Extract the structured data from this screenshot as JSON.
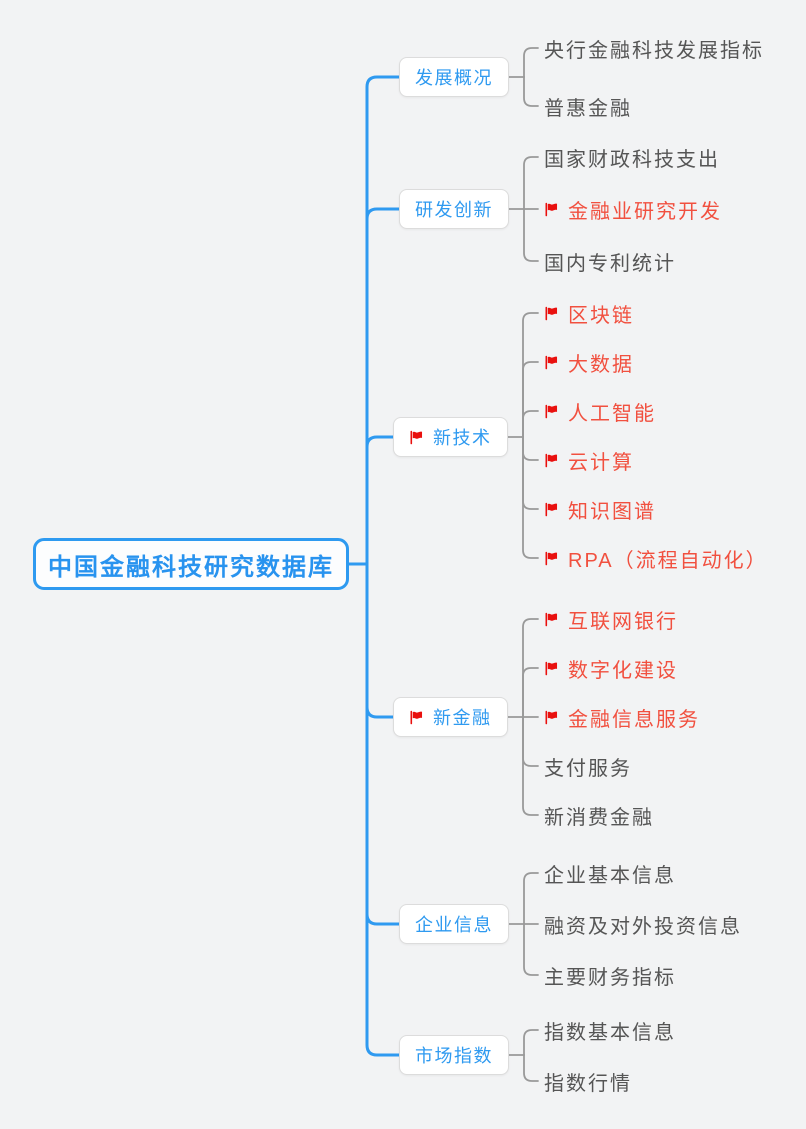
{
  "root": {
    "label": "中国金融科技研究数据库"
  },
  "branches": [
    {
      "label": "发展概况",
      "flag": false,
      "children": [
        {
          "label": "央行金融科技发展指标",
          "flag": false
        },
        {
          "label": "普惠金融",
          "flag": false
        }
      ]
    },
    {
      "label": "研发创新",
      "flag": false,
      "children": [
        {
          "label": "国家财政科技支出",
          "flag": false
        },
        {
          "label": "金融业研究开发",
          "flag": true
        },
        {
          "label": "国内专利统计",
          "flag": false
        }
      ]
    },
    {
      "label": "新技术",
      "flag": true,
      "children": [
        {
          "label": "区块链",
          "flag": true
        },
        {
          "label": "大数据",
          "flag": true
        },
        {
          "label": "人工智能",
          "flag": true
        },
        {
          "label": "云计算",
          "flag": true
        },
        {
          "label": "知识图谱",
          "flag": true
        },
        {
          "label": "RPA（流程自动化）",
          "flag": true
        }
      ]
    },
    {
      "label": "新金融",
      "flag": true,
      "children": [
        {
          "label": "互联网银行",
          "flag": true
        },
        {
          "label": "数字化建设",
          "flag": true
        },
        {
          "label": "金融信息服务",
          "flag": true
        },
        {
          "label": "支付服务",
          "flag": false
        },
        {
          "label": "新消费金融",
          "flag": false
        }
      ]
    },
    {
      "label": "企业信息",
      "flag": false,
      "children": [
        {
          "label": "企业基本信息",
          "flag": false
        },
        {
          "label": "融资及对外投资信息",
          "flag": false
        },
        {
          "label": "主要财务指标",
          "flag": false
        }
      ]
    },
    {
      "label": "市场指数",
      "flag": false,
      "children": [
        {
          "label": "指数基本信息",
          "flag": false
        },
        {
          "label": "指数行情",
          "flag": false
        }
      ]
    }
  ],
  "colors": {
    "accent_blue": "#2f9af0",
    "line_gray": "#999999",
    "flag_red": "#e9100e",
    "highlight_red": "#f1503f",
    "text_gray": "#555555",
    "background": "#f2f3f4"
  }
}
